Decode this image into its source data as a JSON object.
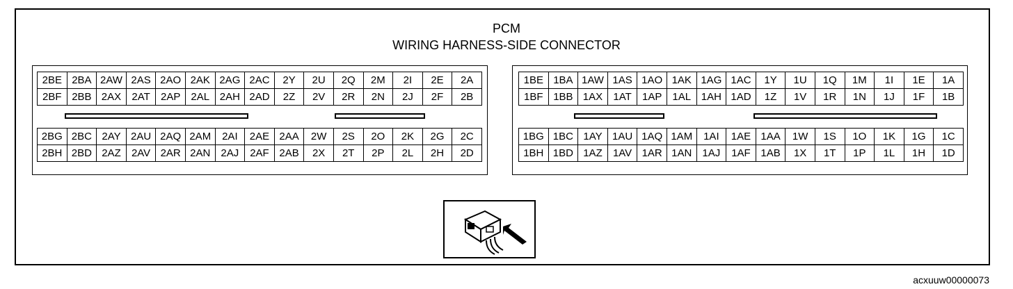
{
  "title_line1": "PCM",
  "title_line2": "WIRING HARNESS-SIDE CONNECTOR",
  "connector2": {
    "upper": [
      [
        "2BE",
        "2BA",
        "2AW",
        "2AS",
        "2AO",
        "2AK",
        "2AG",
        "2AC",
        "2Y",
        "2U",
        "2Q",
        "2M",
        "2I",
        "2E",
        "2A"
      ],
      [
        "2BF",
        "2BB",
        "2AX",
        "2AT",
        "2AP",
        "2AL",
        "2AH",
        "2AD",
        "2Z",
        "2V",
        "2R",
        "2N",
        "2J",
        "2F",
        "2B"
      ]
    ],
    "lower": [
      [
        "2BG",
        "2BC",
        "2AY",
        "2AU",
        "2AQ",
        "2AM",
        "2AI",
        "2AE",
        "2AA",
        "2W",
        "2S",
        "2O",
        "2K",
        "2G",
        "2C"
      ],
      [
        "2BH",
        "2BD",
        "2AZ",
        "2AV",
        "2AR",
        "2AN",
        "2AJ",
        "2AF",
        "2AB",
        "2X",
        "2T",
        "2P",
        "2L",
        "2H",
        "2D"
      ]
    ]
  },
  "connector1": {
    "upper": [
      [
        "1BE",
        "1BA",
        "1AW",
        "1AS",
        "1AO",
        "1AK",
        "1AG",
        "1AC",
        "1Y",
        "1U",
        "1Q",
        "1M",
        "1I",
        "1E",
        "1A"
      ],
      [
        "1BF",
        "1BB",
        "1AX",
        "1AT",
        "1AP",
        "1AL",
        "1AH",
        "1AD",
        "1Z",
        "1V",
        "1R",
        "1N",
        "1J",
        "1F",
        "1B"
      ]
    ],
    "lower": [
      [
        "1BG",
        "1BC",
        "1AY",
        "1AU",
        "1AQ",
        "1AM",
        "1AI",
        "1AE",
        "1AA",
        "1W",
        "1S",
        "1O",
        "1K",
        "1G",
        "1C"
      ],
      [
        "1BH",
        "1BD",
        "1AZ",
        "1AV",
        "1AR",
        "1AN",
        "1AJ",
        "1AF",
        "1AB",
        "1X",
        "1T",
        "1P",
        "1L",
        "1H",
        "1D"
      ]
    ]
  },
  "icon": "connector-view-arrow-icon",
  "figure_code": "acxuuw00000073"
}
